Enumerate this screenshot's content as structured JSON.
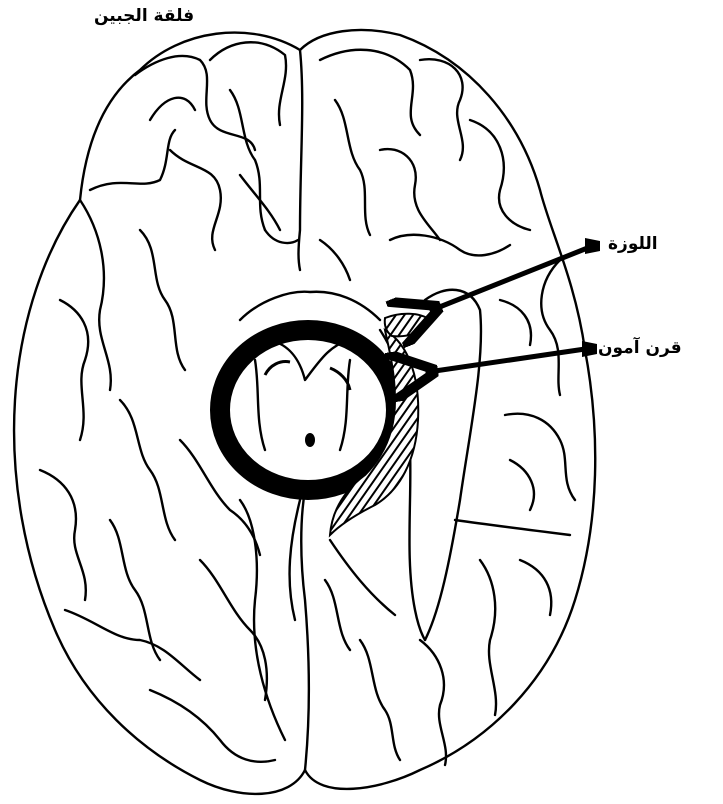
{
  "labels": {
    "frontal_lobe": "فلقة الجبين",
    "amygdala": "اللوزة",
    "hippocampus": "قرن آمون"
  },
  "colors": {
    "ink": "#000000",
    "background": "#ffffff"
  }
}
